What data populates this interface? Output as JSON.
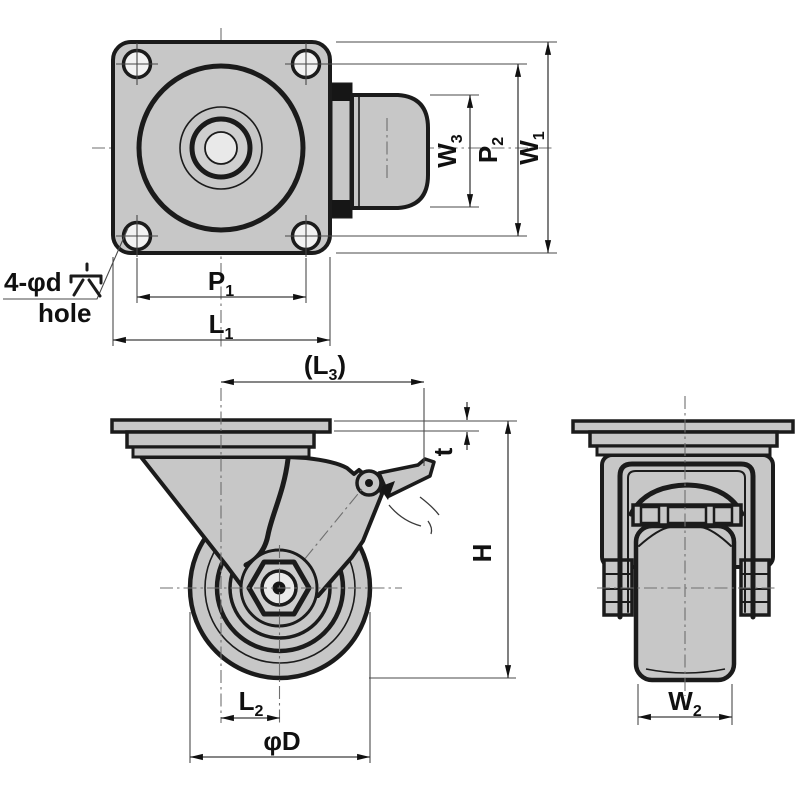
{
  "drawing": {
    "hole_note": {
      "full_jp": "4-φd穴",
      "latin_part": "4-φd",
      "kanji_part": "穴",
      "en": "hole"
    },
    "dimensions": {
      "p1": {
        "base": "P",
        "sub": "1"
      },
      "l1": {
        "base": "L",
        "sub": "1"
      },
      "w3": {
        "base": "W",
        "sub": "3"
      },
      "p2": {
        "base": "P",
        "sub": "2"
      },
      "w1": {
        "base": "W",
        "sub": "1"
      },
      "l3": {
        "pre": "(",
        "base": "L",
        "sub": "3",
        "post": ")"
      },
      "t": {
        "base": "t"
      },
      "h": {
        "base": "H"
      },
      "l2": {
        "base": "L",
        "sub": "2"
      },
      "phid": {
        "base": "φD"
      },
      "w2": {
        "base": "W",
        "sub": "2"
      }
    },
    "colors": {
      "body_fill": "#c7c7c7",
      "outline": "#1b1b1b",
      "dimension_line": "#3d3d3d",
      "centerline": "#6f6f6f",
      "background": "#ffffff"
    }
  }
}
